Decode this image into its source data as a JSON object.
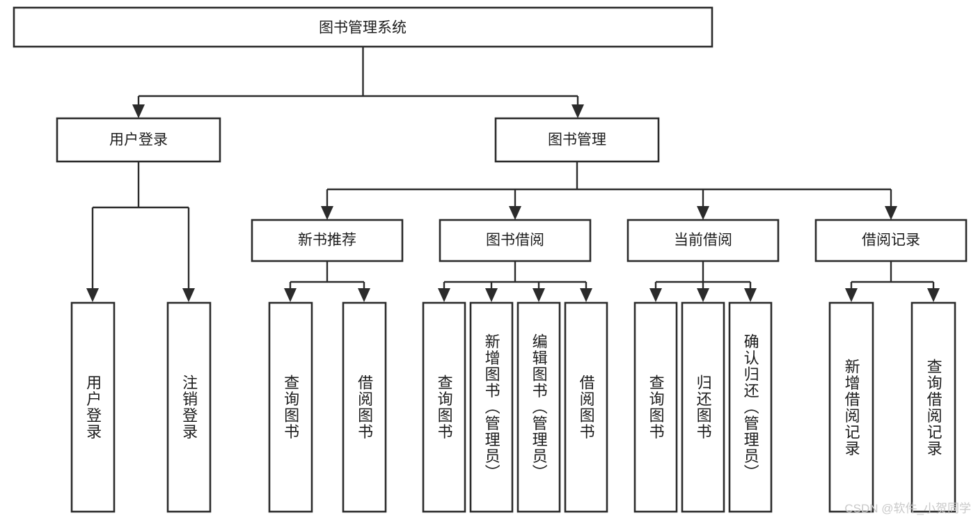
{
  "diagram": {
    "title_node": {
      "label": "图书管理系统"
    },
    "level2": [
      {
        "id": "user-login",
        "label": "用户登录"
      },
      {
        "id": "book-manage",
        "label": "图书管理"
      }
    ],
    "level3": [
      {
        "id": "new-book-recommend",
        "label": "新书推荐"
      },
      {
        "id": "book-borrow",
        "label": "图书借阅"
      },
      {
        "id": "current-borrow",
        "label": "当前借阅"
      },
      {
        "id": "borrow-record",
        "label": "借阅记录"
      }
    ],
    "leaves": {
      "user-login": [
        {
          "id": "leaf-user-login",
          "label": "用户登录"
        },
        {
          "id": "leaf-logout-login",
          "label": "注销登录"
        }
      ],
      "new-book-recommend": [
        {
          "id": "leaf-query-book-1",
          "label": "查询图书"
        },
        {
          "id": "leaf-borrow-book-1",
          "label": "借阅图书"
        }
      ],
      "book-borrow": [
        {
          "id": "leaf-query-book-2",
          "label": "查询图书"
        },
        {
          "id": "leaf-add-book",
          "label": "新增图书（管理员）"
        },
        {
          "id": "leaf-edit-book",
          "label": "编辑图书（管理员）"
        },
        {
          "id": "leaf-borrow-book-2",
          "label": "借阅图书"
        }
      ],
      "current-borrow": [
        {
          "id": "leaf-query-book-3",
          "label": "查询图书"
        },
        {
          "id": "leaf-return-book",
          "label": "归还图书"
        },
        {
          "id": "leaf-confirm-return",
          "label": "确认归还（管理员）"
        }
      ],
      "borrow-record": [
        {
          "id": "leaf-add-record",
          "label": "新增借阅记录"
        },
        {
          "id": "leaf-query-record",
          "label": "查询借阅记录"
        }
      ]
    }
  },
  "watermark": {
    "text": "CSDN @软件_小贺同学"
  },
  "colors": {
    "stroke": "#2b2b2b",
    "fill": "#ffffff",
    "text": "#1c1c1c",
    "watermark": "#c9c9c9"
  }
}
